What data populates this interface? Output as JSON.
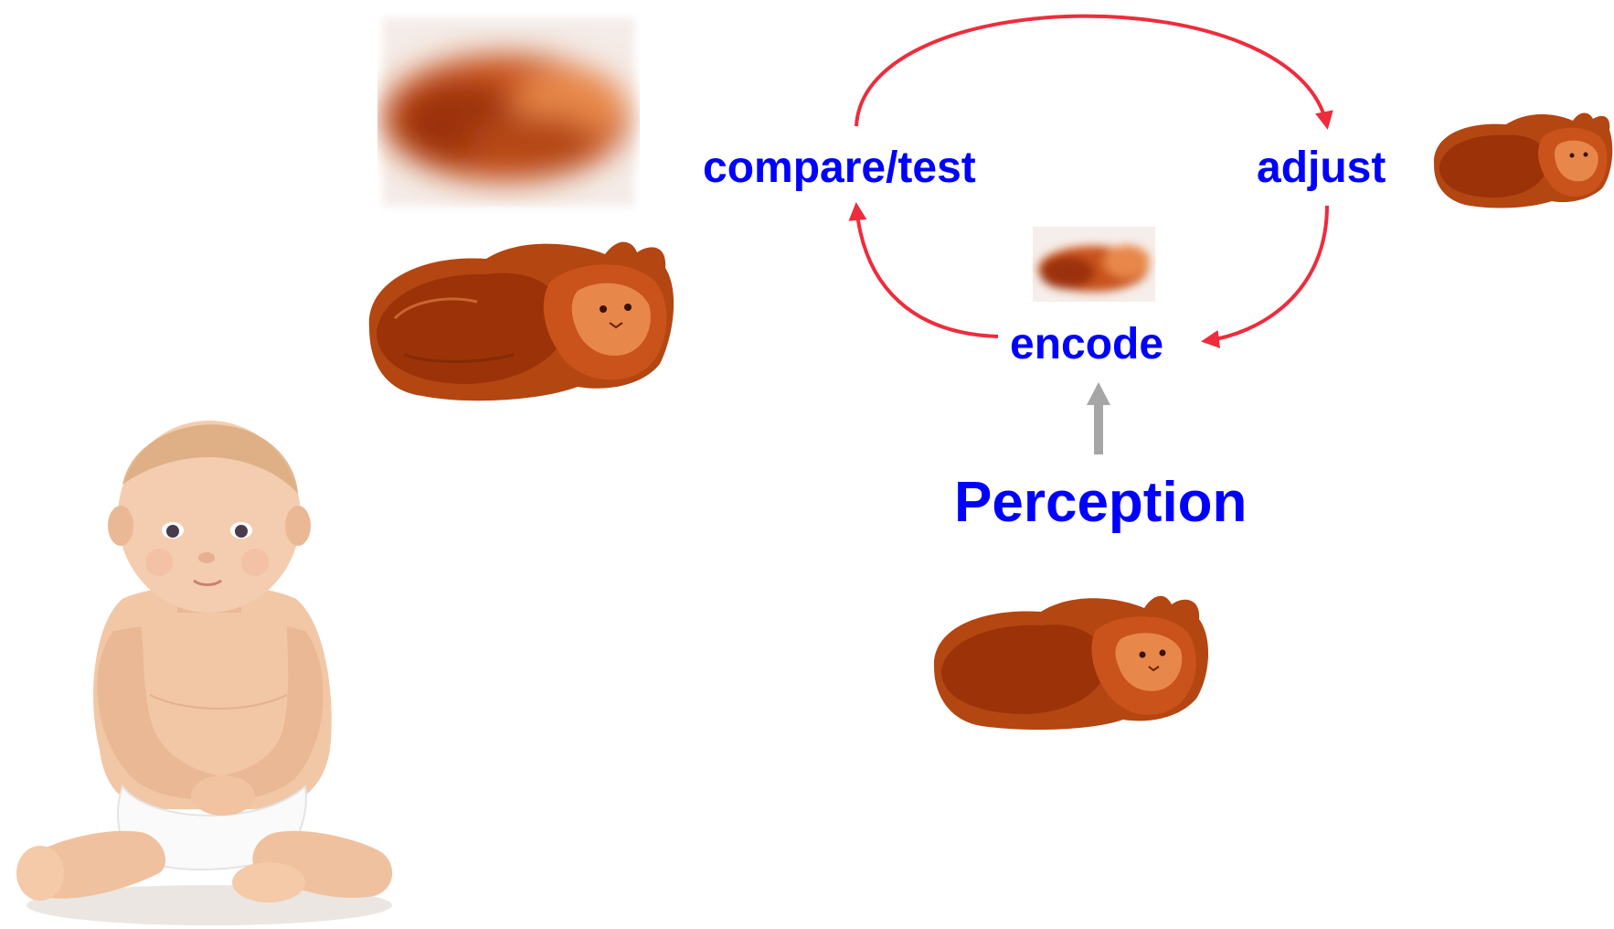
{
  "diagram": {
    "labels": {
      "compare": "compare/test",
      "adjust": "adjust",
      "encode": "encode",
      "perception": "Perception"
    },
    "colors": {
      "label_text": "#0000ff",
      "cycle_arrow": "#ee2c3c",
      "input_arrow": "#a6a6a6",
      "cat_fur_dark": "#9c3208",
      "cat_fur_mid": "#c9531b",
      "cat_fur_light": "#e8874a",
      "baby_skin": "#f2c7a6",
      "baby_skin_shadow": "#d99a75"
    },
    "images": [
      {
        "name": "blurred-cat-large",
        "depicts": "blurred cat image"
      },
      {
        "name": "cat-image-top",
        "depicts": "orange long-haired cat lying down"
      },
      {
        "name": "blurred-cat-small",
        "depicts": "small blurred cat image"
      },
      {
        "name": "cat-image-adjust",
        "depicts": "orange long-haired cat lying down"
      },
      {
        "name": "cat-image-perceived",
        "depicts": "orange long-haired cat lying down"
      },
      {
        "name": "baby-photo",
        "depicts": "seated baby in diaper"
      }
    ]
  }
}
